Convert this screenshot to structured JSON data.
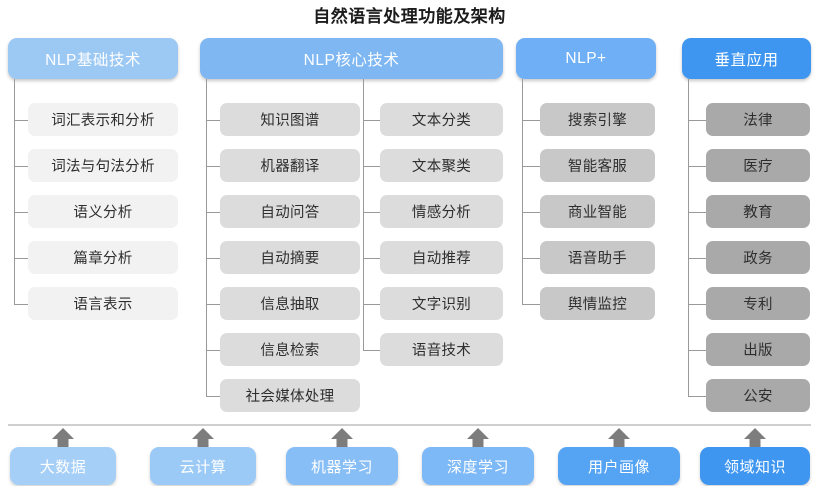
{
  "title": "自然语言处理功能及架构",
  "colors": {
    "header_basic": "#9CC8F4",
    "header_core": "#7FB7F2",
    "header_plus": "#6EAFF6",
    "header_vertical": "#3E96F0",
    "node_col1": "#F2F2F2",
    "node_col2": "#DCDCDC",
    "node_col3": "#DCDCDC",
    "node_col4": "#C8C8C8",
    "node_col5": "#A9A9A9",
    "line": "#9A9A9A",
    "arrow": "#7D7D7D",
    "divider": "#CFCFCF"
  },
  "headers": [
    {
      "label": "NLP基础技术",
      "color_key": "header_basic"
    },
    {
      "label": "NLP核心技术",
      "color_key": "header_core"
    },
    {
      "label": "NLP+",
      "color_key": "header_plus"
    },
    {
      "label": "垂直应用",
      "color_key": "header_vertical"
    }
  ],
  "columns": [
    {
      "group": "NLP基础技术",
      "items": [
        "词汇表示和分析",
        "词法与句法分析",
        "语义分析",
        "篇章分析",
        "语言表示"
      ]
    },
    {
      "group": "NLP核心技术",
      "items": [
        "知识图谱",
        "机器翻译",
        "自动问答",
        "自动摘要",
        "信息抽取",
        "信息检索",
        "社会媒体处理"
      ]
    },
    {
      "group": "NLP核心技术",
      "items": [
        "文本分类",
        "文本聚类",
        "情感分析",
        "自动推荐",
        "文字识别",
        "语音技术"
      ]
    },
    {
      "group": "NLP+",
      "items": [
        "搜索引擎",
        "智能客服",
        "商业智能",
        "语音助手",
        "舆情监控"
      ]
    },
    {
      "group": "垂直应用",
      "items": [
        "法律",
        "医疗",
        "教育",
        "政务",
        "专利",
        "出版",
        "公安"
      ]
    }
  ],
  "foundation": {
    "items": [
      {
        "label": "大数据",
        "color": "#A6CFF7"
      },
      {
        "label": "云计算",
        "color": "#9CCAF6"
      },
      {
        "label": "机器学习",
        "color": "#88BEF6"
      },
      {
        "label": "深度学习",
        "color": "#7EB9F7"
      },
      {
        "label": "用户画像",
        "color": "#55A4F4"
      },
      {
        "label": "领域知识",
        "color": "#3E96F0"
      }
    ],
    "arrow_icon": "arrow-up-icon"
  },
  "watermark": ""
}
